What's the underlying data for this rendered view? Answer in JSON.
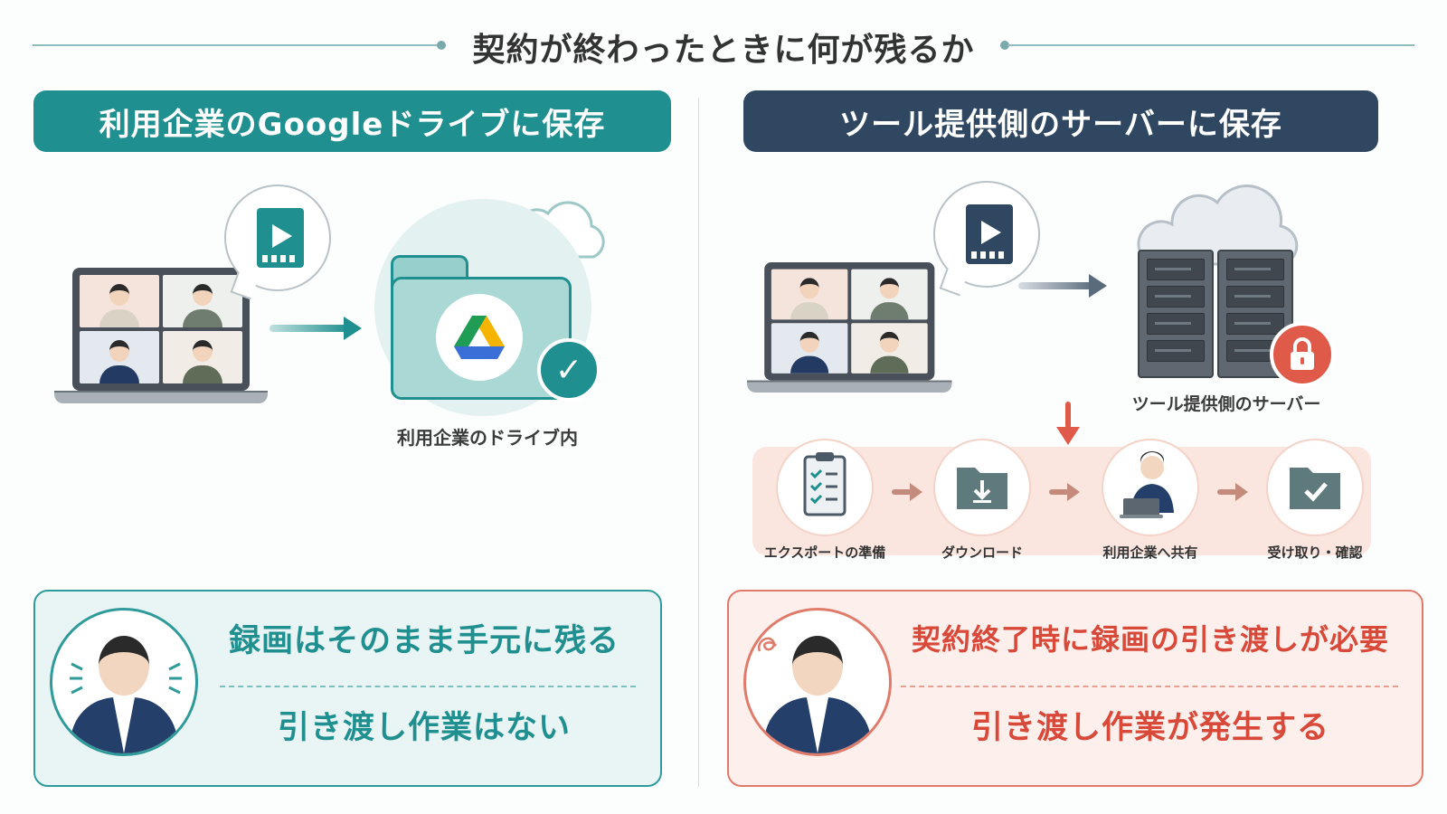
{
  "title": "契約が終わったときに何が残るか",
  "left": {
    "banner": "利用企業のGoogleドライブに保存",
    "folder_caption": "利用企業のドライブ内",
    "summary_line1": "録画はそのまま手元に残る",
    "summary_line2": "引き渡し作業はない",
    "accent_color": "#1f8f8f"
  },
  "right": {
    "banner": "ツール提供側のサーバーに保存",
    "server_caption": "ツール提供側のサーバー",
    "steps": [
      {
        "label": "エクスポートの準備",
        "icon": "clipboard-checklist-icon"
      },
      {
        "label": "ダウンロード",
        "icon": "folder-download-icon"
      },
      {
        "label": "利用企業へ共有",
        "icon": "person-laptop-icon"
      },
      {
        "label": "受け取り・確認",
        "icon": "folder-check-icon"
      }
    ],
    "summary_line1": "契約終了時に録画の引き渡しが必要",
    "summary_line2": "引き渡し作業が発生する",
    "accent_color": "#d9493a",
    "banner_color": "#2f4760"
  }
}
